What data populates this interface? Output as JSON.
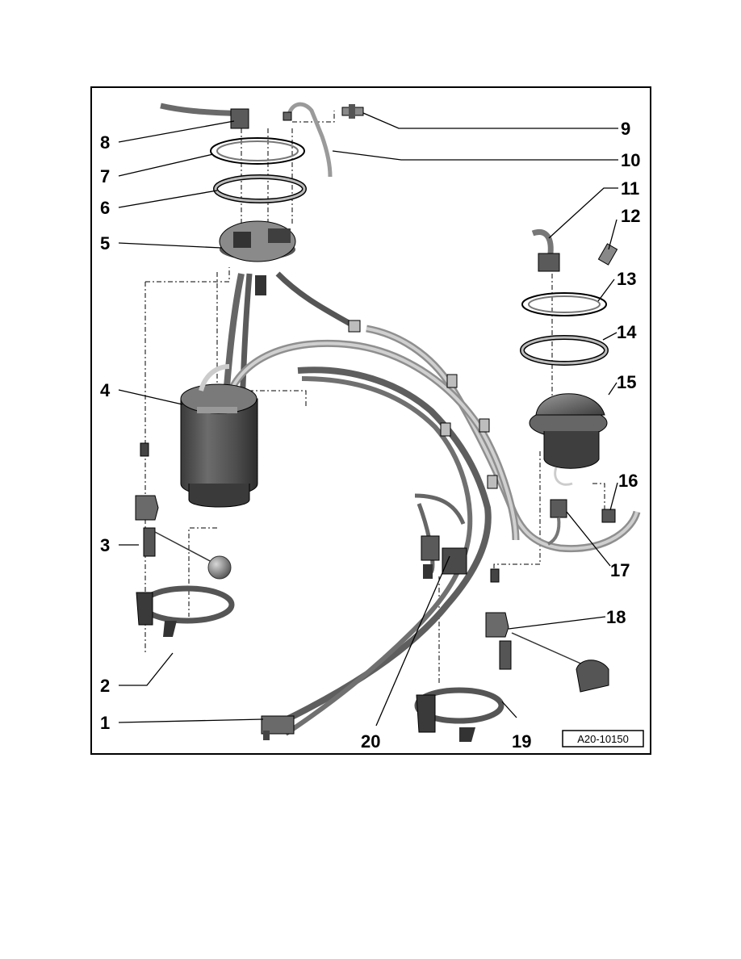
{
  "figure": {
    "reference_code": "A20-10150",
    "callouts": [
      "1",
      "2",
      "3",
      "4",
      "5",
      "6",
      "7",
      "8",
      "9",
      "10",
      "11",
      "12",
      "13",
      "14",
      "15",
      "16",
      "17",
      "18",
      "19",
      "20"
    ]
  },
  "colors": {
    "line": "#000000",
    "part_dark": "#4a4a4a",
    "part_mid": "#7a7a7a",
    "part_light": "#b8b8b8",
    "hose": "#8a8a8a",
    "hose_light": "#cfcfcf"
  }
}
